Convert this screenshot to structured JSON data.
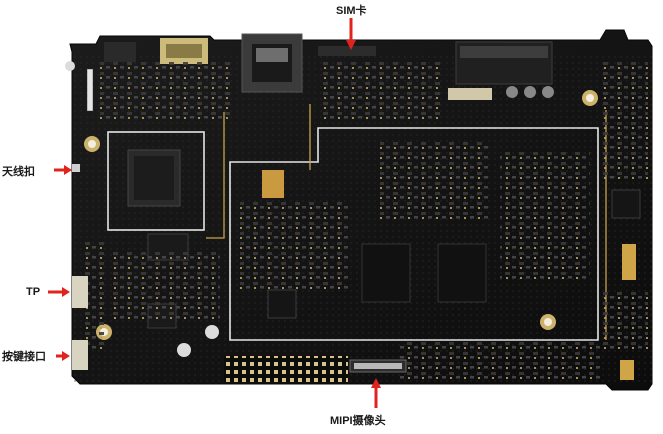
{
  "annotations": {
    "sim": "SIM卡",
    "antenna": "天线扣",
    "tp": "TP",
    "keypad": "按键接口",
    "mipi": "MIPI摄像头"
  },
  "colors": {
    "board": "#141414",
    "annotation_arrow": "#e0231c",
    "silkscreen": "#e6e6e6",
    "copper": "#c9a24a"
  }
}
